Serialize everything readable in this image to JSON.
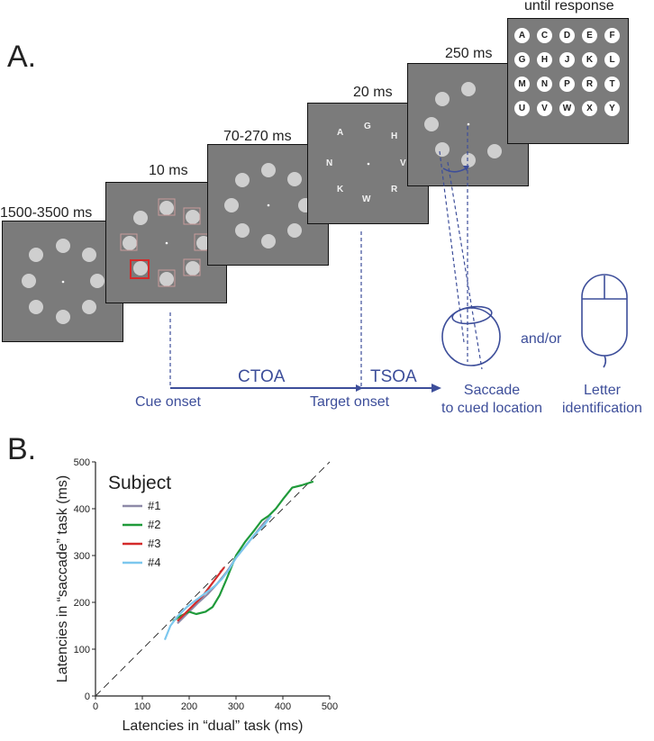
{
  "panel_a": {
    "label": "A.",
    "screens": [
      {
        "duration": "1500-3500 ms"
      },
      {
        "duration": "10 ms"
      },
      {
        "duration": "70-270 ms"
      },
      {
        "duration": "20 ms",
        "letters": [
          "A",
          "G",
          "H",
          "N",
          "V",
          "K",
          "W",
          "R"
        ]
      },
      {
        "duration": "250 ms"
      },
      {
        "duration": "until response",
        "letters": [
          "A",
          "C",
          "D",
          "E",
          "F",
          "G",
          "H",
          "J",
          "K",
          "L",
          "M",
          "N",
          "P",
          "R",
          "T",
          "U",
          "V",
          "W",
          "X",
          "Y"
        ]
      }
    ],
    "phases": {
      "ctoa": "CTOA",
      "tsoa": "TSOA"
    },
    "events": {
      "cue_onset": "Cue onset",
      "target_onset": "Target onset"
    },
    "responses": {
      "saccade_line1": "Saccade",
      "saccade_line2": "to cued location",
      "andor": "and/or",
      "letter_line1": "Letter",
      "letter_line2": "identification"
    },
    "colors": {
      "accent": "#3d4e9a",
      "screen": "#7b7b7b",
      "cue_red": "#d42a2a"
    }
  },
  "panel_b": {
    "label": "B.",
    "chart_data": {
      "type": "line",
      "xlabel": "Latencies in “dual” task (ms)",
      "ylabel": "Latencies in “saccade” task (ms)",
      "xlim": [
        0,
        500
      ],
      "ylim": [
        0,
        500
      ],
      "xticks": [
        0,
        100,
        200,
        300,
        400,
        500
      ],
      "yticks": [
        0,
        100,
        200,
        300,
        400,
        500
      ],
      "legend_title": "Subject",
      "legend_position": "top-left",
      "diagonal": "dashed identity line",
      "series": [
        {
          "name": "#1",
          "color": "#8e8aa8",
          "x": [
            175,
            190,
            205,
            220,
            240,
            260,
            280,
            300,
            320,
            340,
            360,
            375
          ],
          "y": [
            155,
            170,
            185,
            200,
            218,
            240,
            265,
            295,
            320,
            345,
            370,
            385
          ]
        },
        {
          "name": "#2",
          "color": "#1f9a3a",
          "x": [
            165,
            180,
            200,
            215,
            235,
            250,
            265,
            280,
            300,
            320,
            340,
            355,
            370,
            385,
            400,
            420,
            440,
            465
          ],
          "y": [
            160,
            170,
            180,
            175,
            180,
            190,
            215,
            250,
            300,
            330,
            355,
            375,
            385,
            400,
            420,
            445,
            450,
            458
          ]
        },
        {
          "name": "#3",
          "color": "#d42a2a",
          "x": [
            175,
            190,
            210,
            230,
            245,
            260,
            275
          ],
          "y": [
            160,
            175,
            195,
            215,
            235,
            255,
            275
          ]
        },
        {
          "name": "#4",
          "color": "#7cc7ee",
          "x": [
            148,
            160,
            175,
            195,
            215,
            235,
            255,
            270,
            285,
            300,
            320,
            340,
            360,
            375
          ],
          "y": [
            120,
            150,
            170,
            190,
            205,
            220,
            235,
            250,
            270,
            295,
            320,
            345,
            365,
            385
          ]
        }
      ]
    }
  }
}
